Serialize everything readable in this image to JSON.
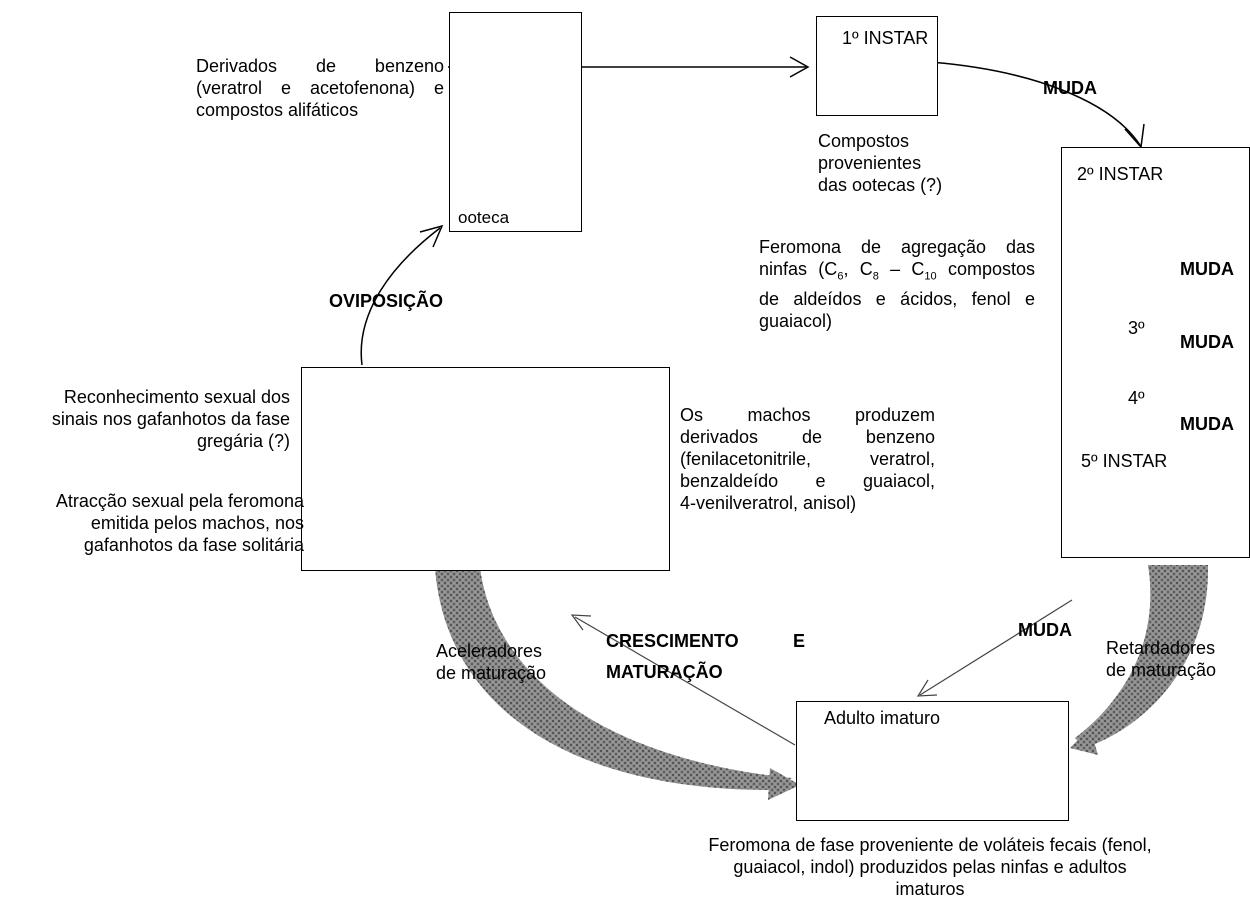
{
  "labels": {
    "ooteca_chem": [
      "Derivados de benzeno",
      "(veratrol e acetofenona) e",
      "compostos alifáticos"
    ],
    "ooteca": "ooteca",
    "instar1": "1º INSTAR",
    "muda_top": "MUDA",
    "compostos": [
      "Compostos",
      "provenientes",
      "das ootecas (?)"
    ],
    "instar2": "2º INSTAR",
    "feromona_agreg": {
      "line1": "Feromona de agregação das",
      "line2_pre": "ninfas (C",
      "sub6": "6",
      "sep1": ", C",
      "sub8": "8",
      "mid": " – C",
      "sub10": "10",
      "line2_post": " compostos",
      "line3": "de aldeídos e ácidos, fenol e",
      "line4": "guaiacol)"
    },
    "muda_1": "MUDA",
    "instar3": "3º",
    "muda_2": "MUDA",
    "instar4": "4º",
    "muda_3": "MUDA",
    "instar5": "5º INSTAR",
    "oviposicao": "OVIPOSIÇÃO",
    "reconhecimento": [
      "Reconhecimento sexual dos",
      "sinais nos gafanhotos da fase",
      "gregária (?)"
    ],
    "atraccao": [
      "Atracção sexual pela feromona",
      "emitida pelos machos, nos",
      "gafanhotos da fase solitária"
    ],
    "machos": [
      "Os machos produzem",
      "derivados de benzeno",
      "(fenilacetonitrile, veratrol,",
      "benzaldeído e guaiacol,",
      "4-venilveratrol, anisol)"
    ],
    "muda_adult": "MUDA",
    "crescimento": "CRESCIMENTO E",
    "maturacao": "MATURAÇÃO",
    "aceleradores": [
      "Aceleradores",
      "de maturação"
    ],
    "retardadores": [
      "Retardadores",
      "de maturação"
    ],
    "adulto_imaturo": "Adulto imaturo",
    "feromona_fase": [
      "Feromona de fase proveniente de voláteis fecais (fenol,",
      "guaiacol, indol) produzidos pelas ninfas e adultos",
      "imaturos"
    ]
  }
}
